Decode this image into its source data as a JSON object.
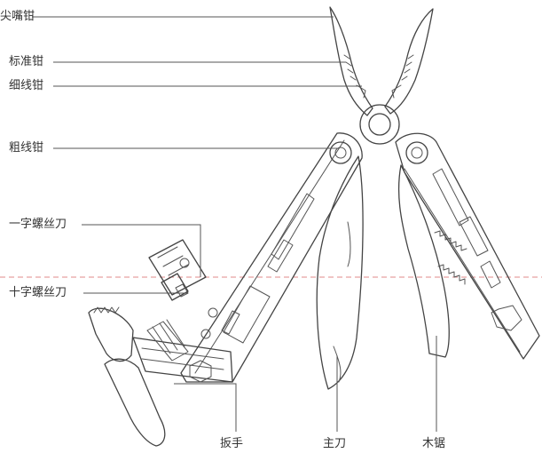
{
  "labels": {
    "needle_nose": "尖嘴钳",
    "standard_pliers": "标准钳",
    "fine_wire_cutter": "细线钳",
    "thick_wire_cutter": "粗线钳",
    "flat_screwdriver": "一字螺丝刀",
    "phillips_screwdriver": "十字螺丝刀",
    "wrench": "扳手",
    "main_blade": "主刀",
    "wood_saw": "木锯"
  },
  "colors": {
    "line": "#444444",
    "guide": "#e08a8a",
    "text": "#333333"
  }
}
